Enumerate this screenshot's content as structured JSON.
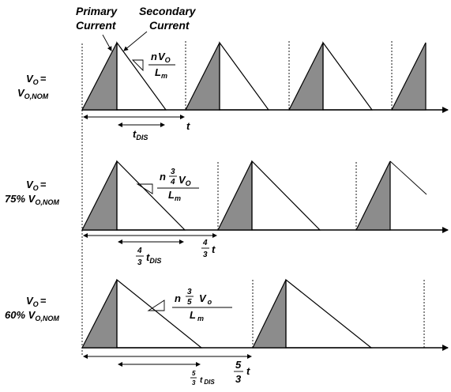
{
  "labels": {
    "primary_line1": "Primary",
    "primary_line2": "Current",
    "secondary_line1": "Secondary",
    "secondary_line2": "Current"
  },
  "rows": [
    {
      "vo": "V",
      "vo_sub": "O",
      "eq": "=",
      "level": "V",
      "level_sub": "O,NOM",
      "slope_n": "n",
      "slope_v": "V",
      "slope_v_sub": "O",
      "slope_den": "L",
      "slope_den_sub": "m",
      "t_dis": "t",
      "t_dis_sub": "DIS",
      "period": "t"
    },
    {
      "vo": "V",
      "vo_sub": "O",
      "eq": "=",
      "level_prefix": "75% V",
      "level_sub": "O,NOM",
      "slope_n": "n",
      "frac_num": "3",
      "frac_den": "4",
      "slope_v": "V",
      "slope_v_sub": "O",
      "slope_den": "L",
      "slope_den_sub": "m",
      "tdis_frac_num": "4",
      "tdis_frac_den": "3",
      "t_dis": "t",
      "t_dis_sub": "DIS",
      "period_frac_num": "4",
      "period_frac_den": "3",
      "period": "t"
    },
    {
      "vo": "V",
      "vo_sub": "O",
      "eq": "=",
      "level_prefix": "60% V",
      "level_sub": "O,NOM",
      "slope_n": "n",
      "frac_num": "3",
      "frac_den": "5",
      "slope_v": "V",
      "slope_v_sub": "o",
      "slope_den": "L",
      "slope_den_sub": "m",
      "tdis_frac_num": "5",
      "tdis_frac_den": "3",
      "t_dis": "t",
      "t_dis_sub": "DIS",
      "period_frac_num": "5",
      "period_frac_den": "3",
      "period": "t"
    }
  ]
}
